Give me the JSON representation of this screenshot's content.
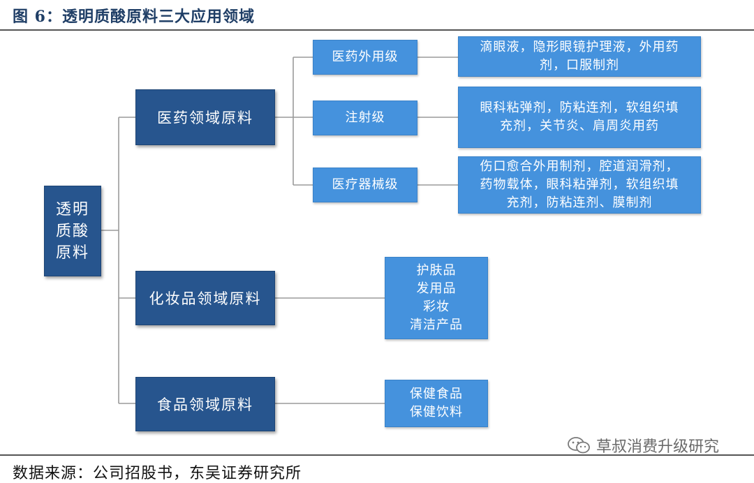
{
  "figure": {
    "title": "图 6：透明质酸原料三大应用领域",
    "source": "数据来源：公司招股书，东吴证券研究所",
    "watermark": "草叔消费升级研究"
  },
  "diagram": {
    "root": {
      "lines": [
        "透明",
        "质酸",
        "原料"
      ]
    },
    "medical": {
      "label": "医药领域原料",
      "grades": [
        {
          "label": "医药外用级",
          "uses": [
            "滴眼液，隐形眼镜护理液，外用药",
            "剂，口服制剂"
          ]
        },
        {
          "label": "注射级",
          "uses": [
            "眼科粘弹剂，防粘连剂，软组织填",
            "充剂，关节炎、肩周炎用药"
          ]
        },
        {
          "label": "医疗器械级",
          "uses": [
            "伤口愈合外用制剂，腔道润滑剂，",
            "药物载体，眼科粘弹剂，软组织填",
            "充剂，防粘连剂、膜制剂"
          ]
        }
      ]
    },
    "cosmetic": {
      "label": "化妆品领域原料",
      "products": [
        "护肤品",
        "发用品",
        "彩妆",
        "清洁产品"
      ]
    },
    "food": {
      "label": "食品领域原料",
      "products": [
        "保健食品",
        "保健饮料"
      ]
    }
  },
  "colors": {
    "dark_box": "#27558e",
    "light_box": "#4592dd",
    "title": "#1f3e66"
  }
}
